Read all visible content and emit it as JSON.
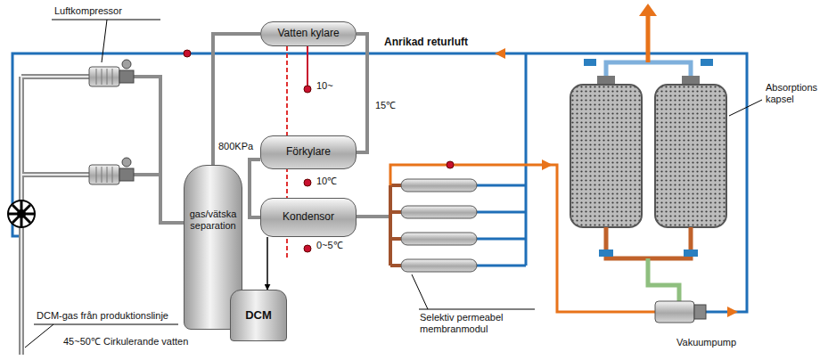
{
  "diagram": {
    "nodes": [
      {
        "text": [
          "gas/vätska separation"
        ]
      },
      {
        "text": [
          "Vatten kylare"
        ]
      },
      {
        "text": [
          "Förkylare"
        ]
      },
      {
        "text": [
          "Kondensor"
        ]
      },
      {
        "text": [
          "DCM"
        ]
      }
    ],
    "edges": [
      {
        "from": 0,
        "to": 1,
        "arrow": "none"
      },
      {
        "from": 1,
        "to": 2,
        "arrow": "none"
      },
      {
        "from": 2,
        "to": 3,
        "arrow": "none"
      },
      {
        "from": 3,
        "to": 4,
        "arrow": "to"
      }
    ],
    "labels": [
      "Luftkompressor",
      "Anrikad returluft",
      "800KPa",
      "10~",
      "15℃",
      "10℃",
      "0~5℃",
      "45~50℃ Cirkulerande vatten",
      "DCM-gas från produktionslinje",
      "Selektiv permeabel membranmodul",
      "Absorptions kapsel",
      "Vakuumpump"
    ]
  }
}
